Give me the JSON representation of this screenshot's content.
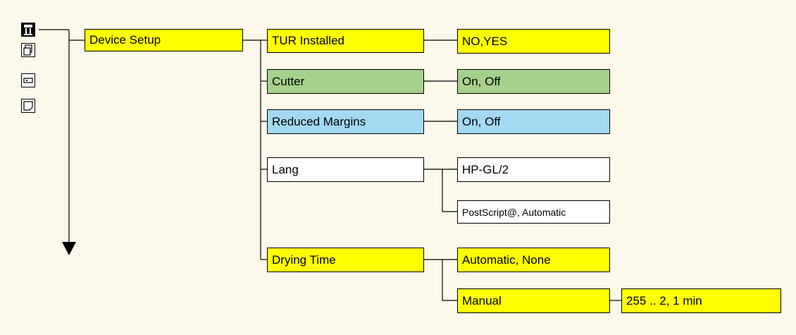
{
  "icons": [
    {
      "name": "printer-icon"
    },
    {
      "name": "copy-pages-icon"
    },
    {
      "name": "cartridge-icon"
    },
    {
      "name": "paper-icon"
    }
  ],
  "colors": {
    "yellow": "#ffff00",
    "green": "#a6d18c",
    "blue": "#a3d9f1",
    "white": "#ffffff",
    "background": "#fdf9ea"
  },
  "menu": {
    "device_setup": "Device Setup",
    "tur_installed": "TUR Installed",
    "tur_options": "NO,YES",
    "cutter": "Cutter",
    "cutter_options": "On, Off",
    "reduced_margins": "Reduced Margins",
    "reduced_margins_options": "On, Off",
    "lang": "Lang",
    "lang_option_1": "HP-GL/2",
    "lang_option_2": "PostScript@, Automatic",
    "drying_time": "Drying Time",
    "drying_option_1": "Automatic, None",
    "drying_option_2": "Manual",
    "manual_range": "255 .. 2, 1 min"
  }
}
